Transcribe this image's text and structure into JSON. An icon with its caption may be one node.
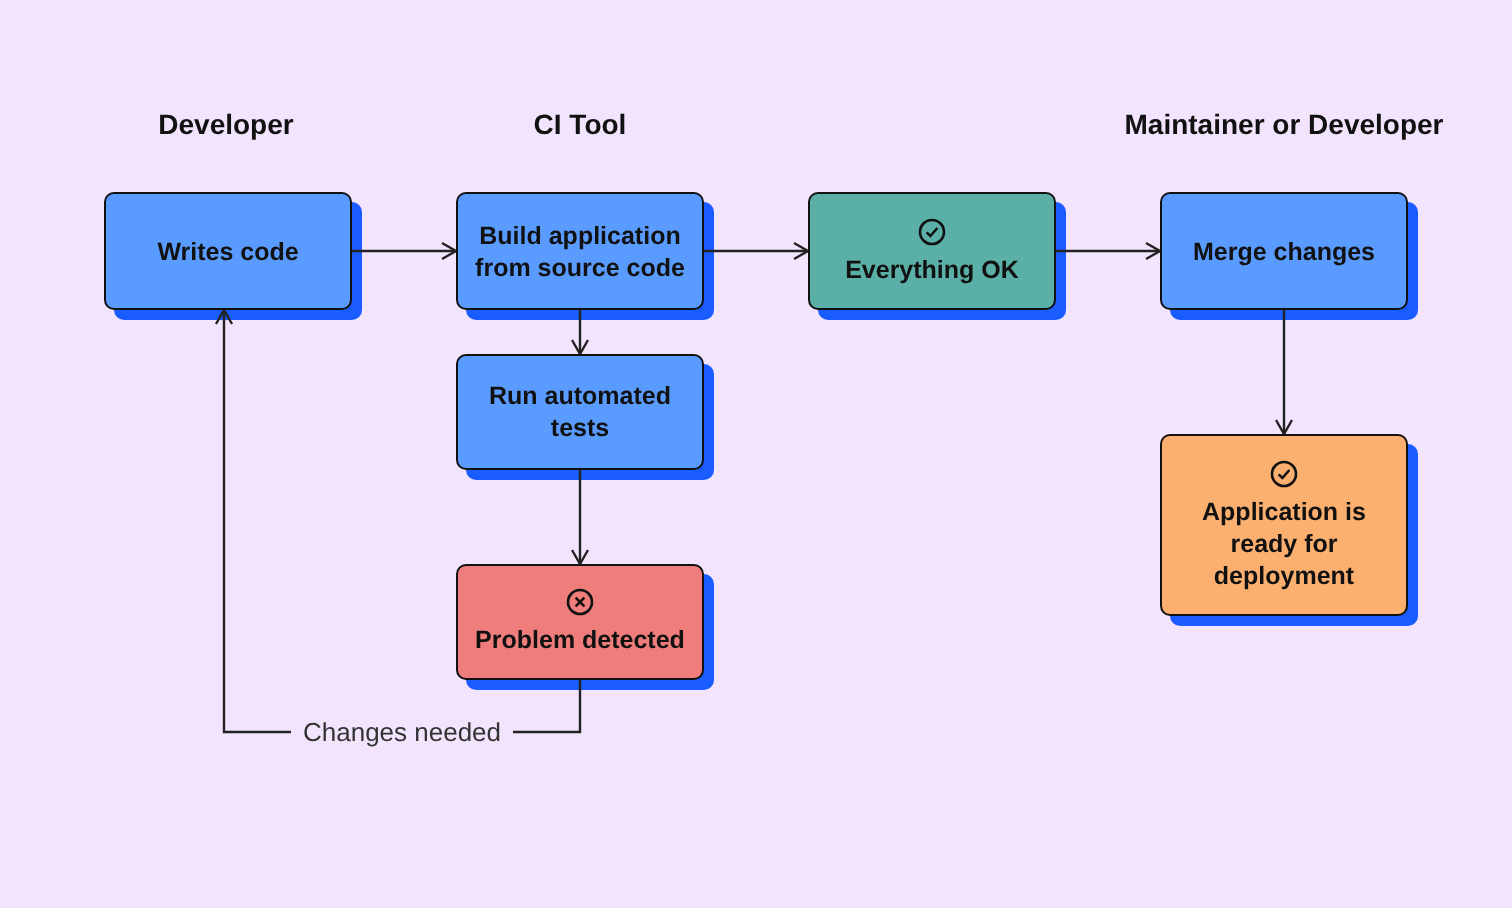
{
  "diagram": {
    "nodes": [
      {
        "text": [
          "Writes code"
        ]
      },
      {
        "text": [
          "Build application from source code"
        ]
      },
      {
        "text": [
          "Run automated tests"
        ]
      },
      {
        "text": [
          "Problem detected"
        ]
      },
      {
        "text": [
          "Everything OK"
        ]
      },
      {
        "text": [
          "Merge changes"
        ]
      },
      {
        "text": [
          "Application is ready for deployment"
        ]
      }
    ],
    "edges": [
      {
        "from": 0,
        "to": 1,
        "arrow": "to"
      },
      {
        "from": 1,
        "to": 2,
        "arrow": "to"
      },
      {
        "from": 2,
        "to": 3,
        "arrow": "to"
      },
      {
        "from": 3,
        "to": 0,
        "arrow": "to",
        "label": "Changes needed"
      },
      {
        "from": 1,
        "to": 4,
        "arrow": "to"
      },
      {
        "from": 4,
        "to": 5,
        "arrow": "to"
      },
      {
        "from": 5,
        "to": 6,
        "arrow": "to"
      }
    ],
    "labels": [
      "Developer",
      "CI Tool",
      "Maintainer or Developer"
    ]
  }
}
